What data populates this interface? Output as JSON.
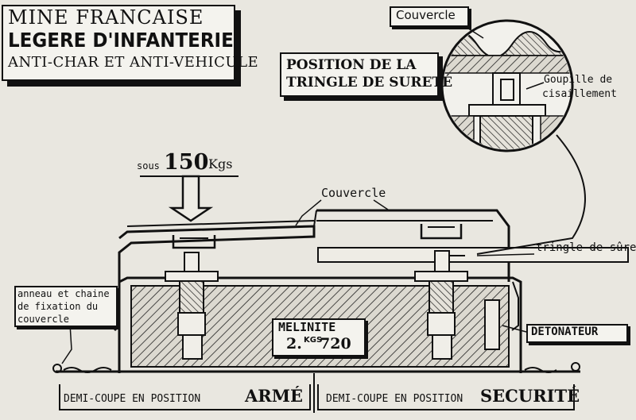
{
  "title": {
    "line1": "MINE FRANCAISE",
    "line2": "LEGERE D'INFANTERIE",
    "line3": "ANTI-CHAR ET ANTI-VEHICULE"
  },
  "callouts": {
    "position_line1": "POSITION DE LA",
    "position_line2": "TRINGLE DE SURETÉ",
    "couvercle_top": "Couvercle",
    "goupille_line1": "Goupille de",
    "goupille_line2": "cisaillement",
    "sous": "sous",
    "load_value": "150",
    "load_unit": "Kgs",
    "couvercle_mid": "Couvercle",
    "tringle": "tringle de sûreté",
    "anneau_line1": "anneau et chaine",
    "anneau_line2": "de fixation du",
    "anneau_line3": "couvercle",
    "melinite_label": "MELINITE",
    "melinite_kg_int": "2.",
    "melinite_unit": "KGS",
    "melinite_kg_dec": "720",
    "detonateur": "DETONATEUR"
  },
  "captions": {
    "left_prefix": "DEMI-COUPE EN POSITION",
    "left_state": "ARMÉ",
    "right_prefix": "DEMI-COUPE EN POSITION",
    "right_state": "SECURITÉ"
  }
}
